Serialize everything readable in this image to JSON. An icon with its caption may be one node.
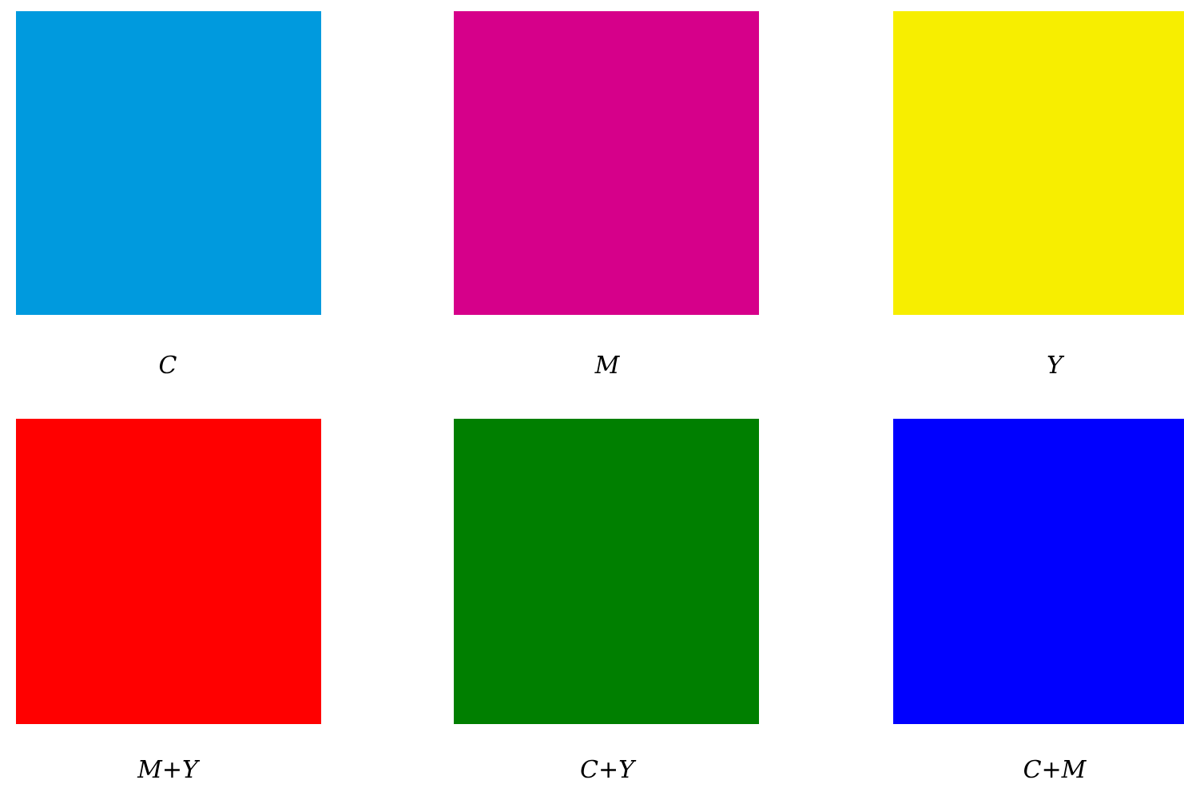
{
  "diagram": {
    "nodes": [
      {
        "text": [
          "C"
        ]
      },
      {
        "text": [
          "M"
        ]
      },
      {
        "text": [
          "Y"
        ]
      },
      {
        "text": [
          "M+Y"
        ]
      },
      {
        "text": [
          "C+Y"
        ]
      },
      {
        "text": [
          "C+M"
        ]
      }
    ]
  }
}
